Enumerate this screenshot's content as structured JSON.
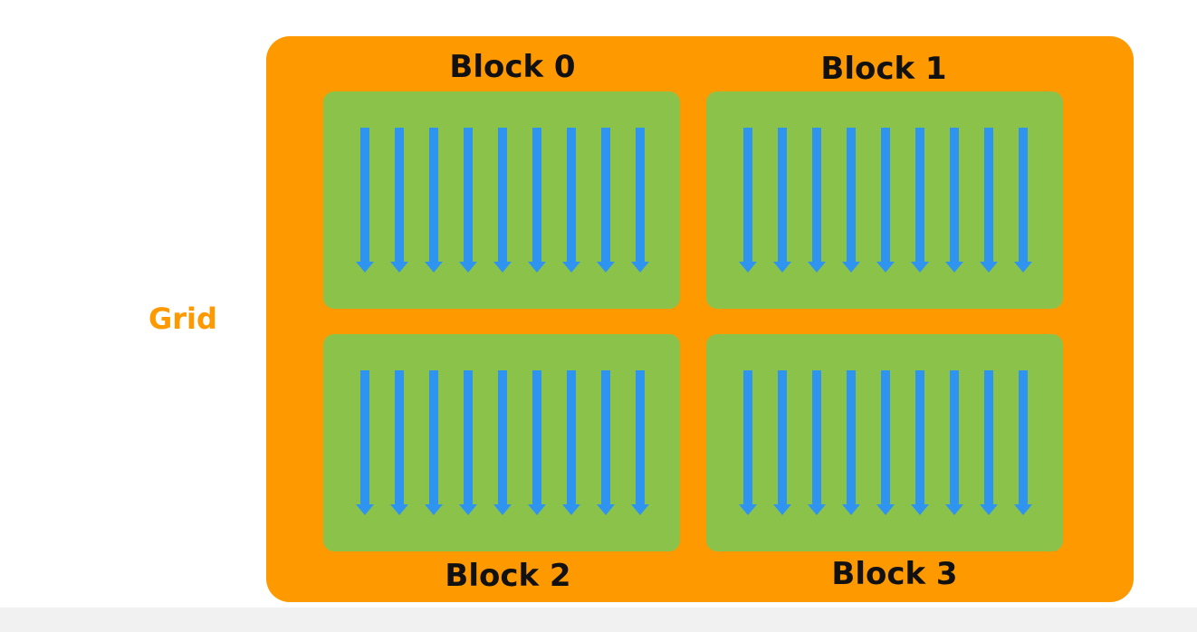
{
  "grid": {
    "label": "Grid",
    "color": "#ff9900"
  },
  "block_color": "#8bc34a",
  "thread_color": "#2f93f0",
  "blocks": [
    {
      "label": "Block 0",
      "thread_count": 9
    },
    {
      "label": "Block 1",
      "thread_count": 9
    },
    {
      "label": "Block 2",
      "thread_count": 9
    },
    {
      "label": "Block 3",
      "thread_count": 9
    }
  ]
}
